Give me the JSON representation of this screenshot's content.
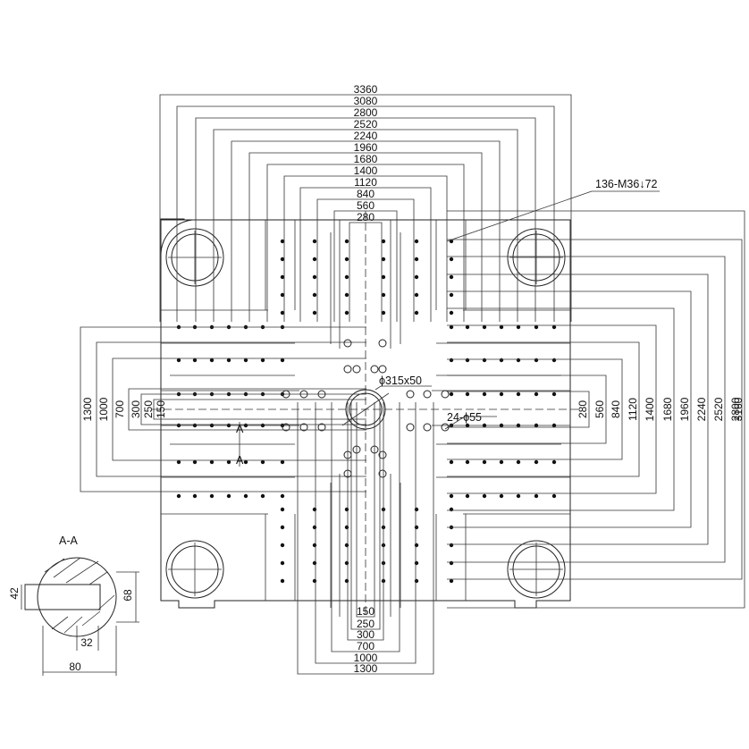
{
  "top_dims": [
    "3360",
    "3080",
    "2800",
    "2520",
    "2240",
    "1960",
    "1680",
    "1400",
    "1120",
    "840",
    "560",
    "280"
  ],
  "right_dims": [
    "280",
    "560",
    "840",
    "1120",
    "1400",
    "1680",
    "1960",
    "2240",
    "2520",
    "2800",
    "3160"
  ],
  "left_dims": [
    "1300",
    "1000",
    "700",
    "300",
    "250",
    "150"
  ],
  "bottom_dims": [
    "150",
    "250",
    "300",
    "700",
    "1000",
    "1300"
  ],
  "labels": {
    "tapped_holes": "136-M36↓72",
    "center_bore": "ϕ315x50",
    "through_holes": "24-ϕ55",
    "section_mark": "A",
    "section_title": "A-A"
  },
  "section_dims": {
    "height": "42",
    "width": "68",
    "slot": "32",
    "length": "80"
  }
}
